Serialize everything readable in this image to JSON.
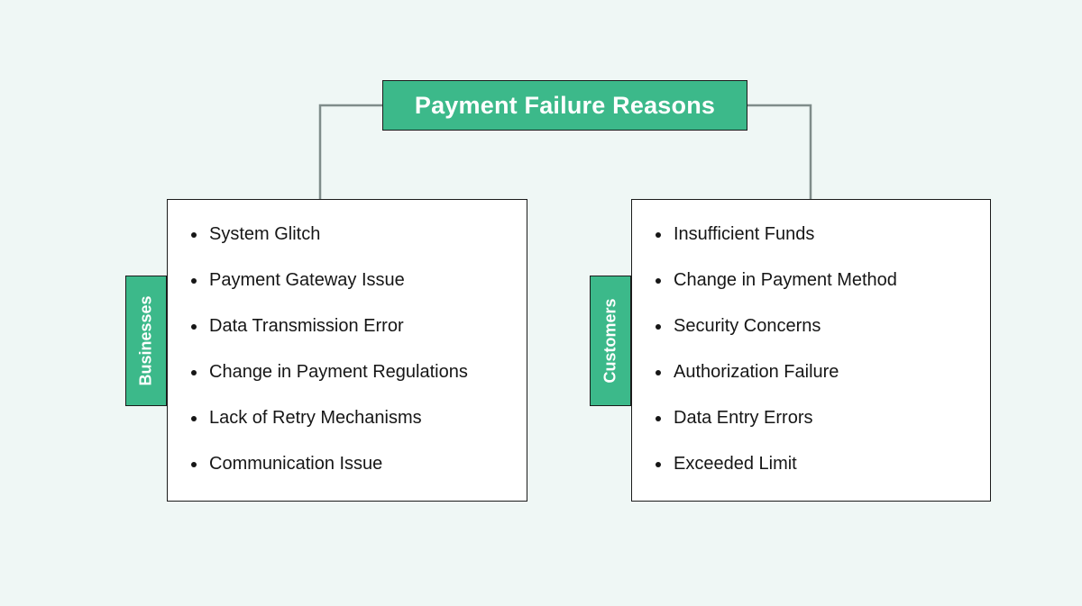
{
  "diagram": {
    "type": "tree",
    "background_color": "#eff7f5",
    "accent_color": "#3cb98a",
    "border_color": "#1b1b1b",
    "connector_color": "#7f8c8a",
    "text_color": "#161616",
    "root": {
      "label": "Payment Failure Reasons"
    },
    "branches": [
      {
        "tab_label": "Businesses",
        "items": [
          "System Glitch",
          "Payment Gateway Issue",
          "Data Transmission Error",
          "Change in Payment Regulations",
          "Lack of Retry Mechanisms",
          "Communication Issue"
        ]
      },
      {
        "tab_label": "Customers",
        "items": [
          "Insufficient Funds",
          "Change in Payment Method",
          "Security Concerns",
          "Authorization Failure",
          "Data Entry Errors",
          "Exceeded Limit"
        ]
      }
    ]
  }
}
